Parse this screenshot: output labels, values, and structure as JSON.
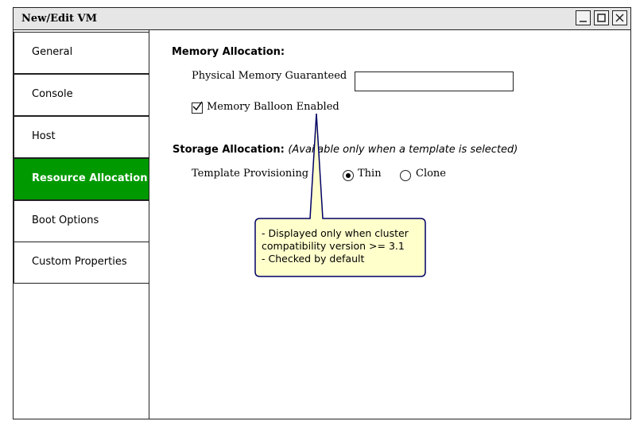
{
  "window": {
    "title": "New/Edit VM",
    "buttons": [
      "minimize",
      "maximize",
      "close"
    ]
  },
  "sidebar": {
    "items": [
      {
        "label": "General",
        "active": false
      },
      {
        "label": "Console",
        "active": false
      },
      {
        "label": "Host",
        "active": false
      },
      {
        "label": "Resource Allocation",
        "active": true
      },
      {
        "label": "Boot Options",
        "active": false
      },
      {
        "label": "Custom Properties",
        "active": false
      }
    ],
    "active_color": "#009900"
  },
  "memory": {
    "title": "Memory Allocation:",
    "physical_label": "Physical Memory Guaranteed",
    "physical_value": "",
    "balloon_label": "Memory Balloon Enabled",
    "balloon_checked": true
  },
  "storage": {
    "title": "Storage Allocation:",
    "note": "(Available only when a template is selected)",
    "provisioning_label": "Template Provisioning",
    "options": [
      {
        "label": "Thin",
        "selected": true
      },
      {
        "label": "Clone",
        "selected": false
      }
    ]
  },
  "callout": {
    "lines": [
      "- Displayed only when cluster",
      "compatibility version >= 3.1",
      "- Checked by default"
    ],
    "fill": "#ffffcc",
    "border": "#000066"
  }
}
